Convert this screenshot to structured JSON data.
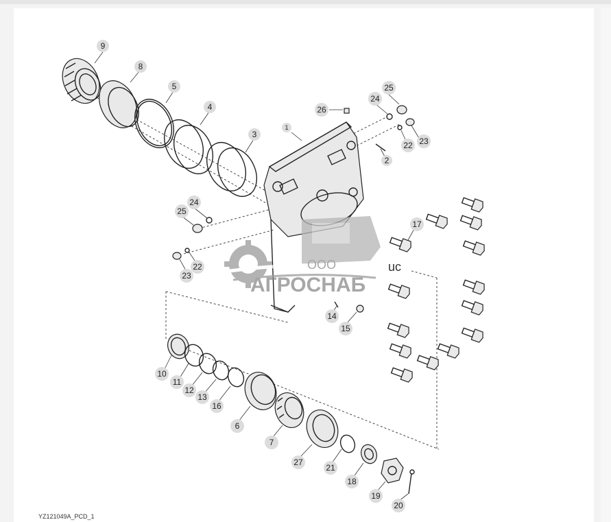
{
  "figure": {
    "code": "YZ121049A_PCD_1"
  },
  "watermark": {
    "prefix": "ООО",
    "brand": "АГРОСНАБ",
    "icon": "gear-combine-logo"
  },
  "stray_text": "uc",
  "callouts": [
    {
      "id": "c9",
      "label": "9"
    },
    {
      "id": "c8",
      "label": "8"
    },
    {
      "id": "c5",
      "label": "5"
    },
    {
      "id": "c4",
      "label": "4"
    },
    {
      "id": "c3",
      "label": "3"
    },
    {
      "id": "c1",
      "label": "1"
    },
    {
      "id": "c26",
      "label": "26"
    },
    {
      "id": "c25a",
      "label": "25"
    },
    {
      "id": "c24a",
      "label": "24"
    },
    {
      "id": "c23a",
      "label": "23"
    },
    {
      "id": "c22a",
      "label": "22"
    },
    {
      "id": "c2",
      "label": "2"
    },
    {
      "id": "c24b",
      "label": "24"
    },
    {
      "id": "c25b",
      "label": "25"
    },
    {
      "id": "c22b",
      "label": "22"
    },
    {
      "id": "c23b",
      "label": "23"
    },
    {
      "id": "c17",
      "label": "17"
    },
    {
      "id": "c14",
      "label": "14"
    },
    {
      "id": "c15",
      "label": "15"
    },
    {
      "id": "c10",
      "label": "10"
    },
    {
      "id": "c11",
      "label": "11"
    },
    {
      "id": "c12",
      "label": "12"
    },
    {
      "id": "c13",
      "label": "13"
    },
    {
      "id": "c16",
      "label": "16"
    },
    {
      "id": "c6",
      "label": "6"
    },
    {
      "id": "c7",
      "label": "7"
    },
    {
      "id": "c27",
      "label": "27"
    },
    {
      "id": "c21",
      "label": "21"
    },
    {
      "id": "c18",
      "label": "18"
    },
    {
      "id": "c19",
      "label": "19"
    },
    {
      "id": "c20",
      "label": "20"
    }
  ]
}
